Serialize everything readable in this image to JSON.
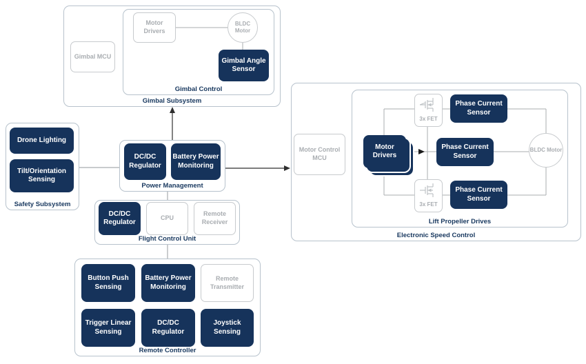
{
  "colors": {
    "navy": "#16335B",
    "label_navy": "#17375E",
    "gray_text": "#A9ADB1",
    "gray_border": "#C7CACD",
    "container_border": "#B7C2CC",
    "line_gray": "#A8ACAF",
    "line_dark": "#2E2E2E"
  },
  "gimbal_subsystem": {
    "label": "Gimbal Subsystem",
    "gimbal_mcu": "Gimbal MCU",
    "gimbal_control": {
      "label": "Gimbal Control",
      "motor_drivers": "Motor Drivers",
      "bldc_motor": "BLDC Motor",
      "gimbal_angle_sensor": "Gimbal Angle Sensor"
    }
  },
  "safety_subsystem": {
    "label": "Safety Subsystem",
    "drone_lighting": "Drone Lighting",
    "tilt_orientation_sensing": "Tilt/Orientation Sensing"
  },
  "power_management": {
    "label": "Power Management",
    "dcdc_regulator": "DC/DC Regulator",
    "battery_power_monitoring": "Battery Power Monitoring"
  },
  "flight_control_unit": {
    "label": "Flight Control Unit",
    "dcdc_regulator": "DC/DC Regulator",
    "cpu": "CPU",
    "remote_receiver": "Remote Receiver"
  },
  "remote_controller": {
    "label": "Remote Controller",
    "button_push_sensing": "Button Push Sensing",
    "battery_power_monitoring": "Battery Power Monitoring",
    "remote_transmitter": "Remote Transmitter",
    "trigger_linear_sensing": "Trigger Linear Sensing",
    "dcdc_regulator": "DC/DC Regulator",
    "joystick_sensing": "Joystick Sensing"
  },
  "electronic_speed_control": {
    "label": "Electronic Speed Control",
    "motor_control_mcu": "Motor Control MCU",
    "lift_propeller_drives": {
      "label": "Lift Propeller Drives",
      "motor_drivers": "Motor Drivers",
      "fet_top": "3x FET",
      "fet_bottom": "3x FET",
      "phase_current_sensor_top": "Phase Current Sensor",
      "phase_current_sensor_mid": "Phase Current Sensor",
      "phase_current_sensor_bottom": "Phase Current Sensor",
      "bldc_motor": "BLDC Motor"
    }
  }
}
